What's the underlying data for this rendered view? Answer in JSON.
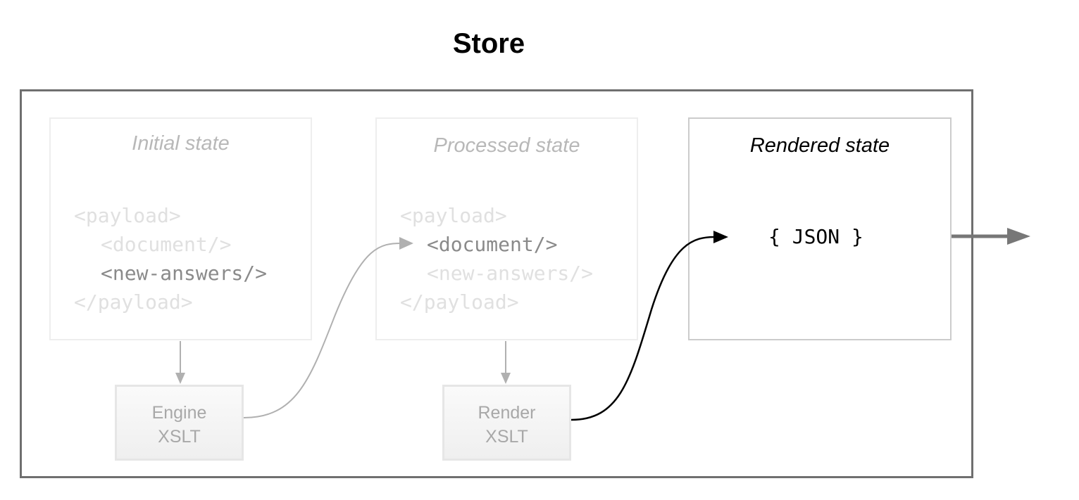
{
  "title": "Store",
  "panels": [
    {
      "title": "Initial state",
      "code": [
        "<payload>",
        "<document/>",
        "<new-answers/>",
        "</payload>"
      ]
    },
    {
      "title": "Processed state",
      "code": [
        "<payload>",
        "<document/>",
        "<new-answers/>",
        "</payload>"
      ]
    },
    {
      "title": "Rendered state",
      "code": [
        "{ JSON }"
      ]
    }
  ],
  "processors": [
    {
      "line1": "Engine",
      "line2": "XSLT"
    },
    {
      "line1": "Render",
      "line2": "XSLT"
    }
  ]
}
